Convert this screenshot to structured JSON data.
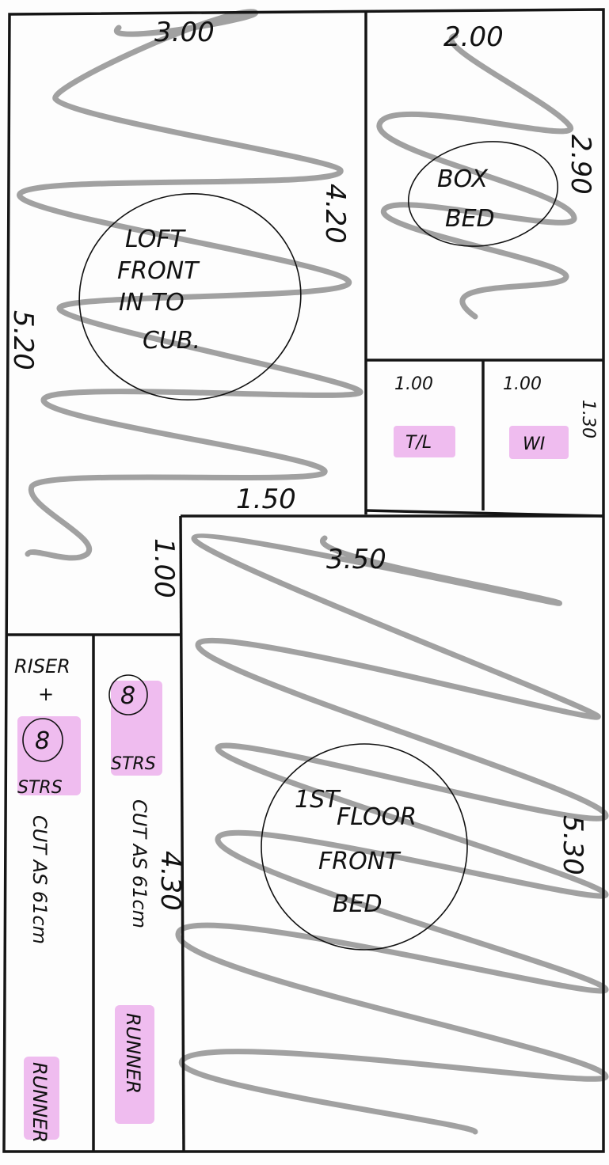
{
  "colors": {
    "paper": "#fdfdfd",
    "ink": "#111111",
    "wall": "#151515",
    "scribble": "#8a8a8a",
    "highlighter": "#eaa6ea"
  },
  "rooms": {
    "loft": {
      "label_lines": [
        "LOFT",
        "FRONT",
        "IN TO",
        "CUB."
      ],
      "dims": {
        "top": "3.00",
        "right": "4.20",
        "left": "5.20",
        "lower": "1.50",
        "side": "1.00"
      }
    },
    "box_bed": {
      "label_lines": [
        "BOX",
        "BED"
      ],
      "dims": {
        "top": "2.00",
        "right": "2.90"
      }
    },
    "toilet": {
      "label": "T/L",
      "dim": "1.00"
    },
    "wi": {
      "label": "WI",
      "dims": {
        "top": "1.00",
        "right": "1.30"
      }
    },
    "first_floor_front_bed": {
      "label_lines": [
        "1ST",
        "FLOOR",
        "FRONT",
        "BED"
      ],
      "dims": {
        "top": "3.50",
        "right": "5.30"
      }
    },
    "stairs_left": {
      "riser": [
        "RISER",
        "+"
      ],
      "count": "8",
      "strs": "STRS",
      "note": "CUT AS 61cm",
      "runner": "RUNNER"
    },
    "stairs_right": {
      "count": "8",
      "strs": "STRS",
      "dim": "4.30",
      "note": "CUT AS 61cm",
      "runner": "RUNNER"
    }
  }
}
